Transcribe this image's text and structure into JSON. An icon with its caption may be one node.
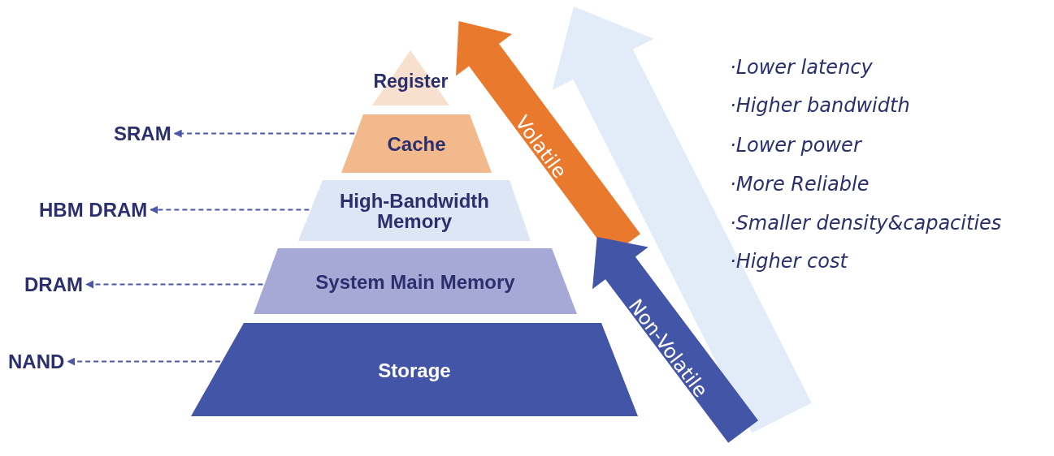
{
  "diagram": {
    "nodes": [
      {
        "text": [
          "Register"
        ]
      },
      {
        "text": [
          "Cache"
        ]
      },
      {
        "text": [
          "High-Bandwidth Memory"
        ]
      },
      {
        "text": [
          "System Main Memory"
        ]
      },
      {
        "text": [
          "Storage"
        ]
      },
      {
        "text": [
          "SRAM"
        ]
      },
      {
        "text": [
          "HBM DRAM"
        ]
      },
      {
        "text": [
          "DRAM"
        ]
      },
      {
        "text": [
          "NAND"
        ]
      },
      {
        "text": [
          "Volatile"
        ]
      },
      {
        "text": [
          "Non-Volatile"
        ]
      }
    ],
    "edges": [
      {
        "from": 1,
        "to": 5,
        "arrow": "to",
        "style": "dashed"
      },
      {
        "from": 2,
        "to": 6,
        "arrow": "to",
        "style": "dashed"
      },
      {
        "from": 3,
        "to": 7,
        "arrow": "to",
        "style": "dashed"
      },
      {
        "from": 4,
        "to": 8,
        "arrow": "to",
        "style": "dashed"
      }
    ],
    "labels": [
      "·Lower latency",
      "·Higher bandwidth",
      "·Lower power",
      "·More Reliable",
      "·Smaller density&capacities",
      "·Higher cost"
    ]
  }
}
